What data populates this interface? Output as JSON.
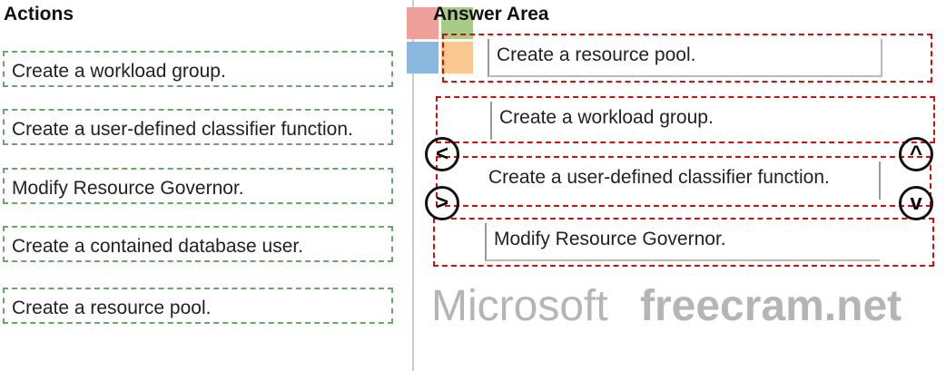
{
  "actions": {
    "title": "Actions",
    "items": [
      "Create a workload group.",
      "Create a user-defined classifier function.",
      "Modify Resource Governor.",
      "Create a contained database user.",
      "Create a resource pool."
    ]
  },
  "answer": {
    "title": "Answer Area",
    "items": [
      "Create a resource pool.",
      "Create a workload group.",
      "Create a user-defined classifier function.",
      "Modify Resource Governor."
    ]
  },
  "controls": {
    "move_left": "<",
    "move_right": ">",
    "move_up": "^",
    "move_down": "v"
  },
  "watermarks": {
    "logo": "Microsoft",
    "site": "freecram.net"
  },
  "colors": {
    "action_border": "#6aa56a",
    "slot_border": "#d01010"
  }
}
